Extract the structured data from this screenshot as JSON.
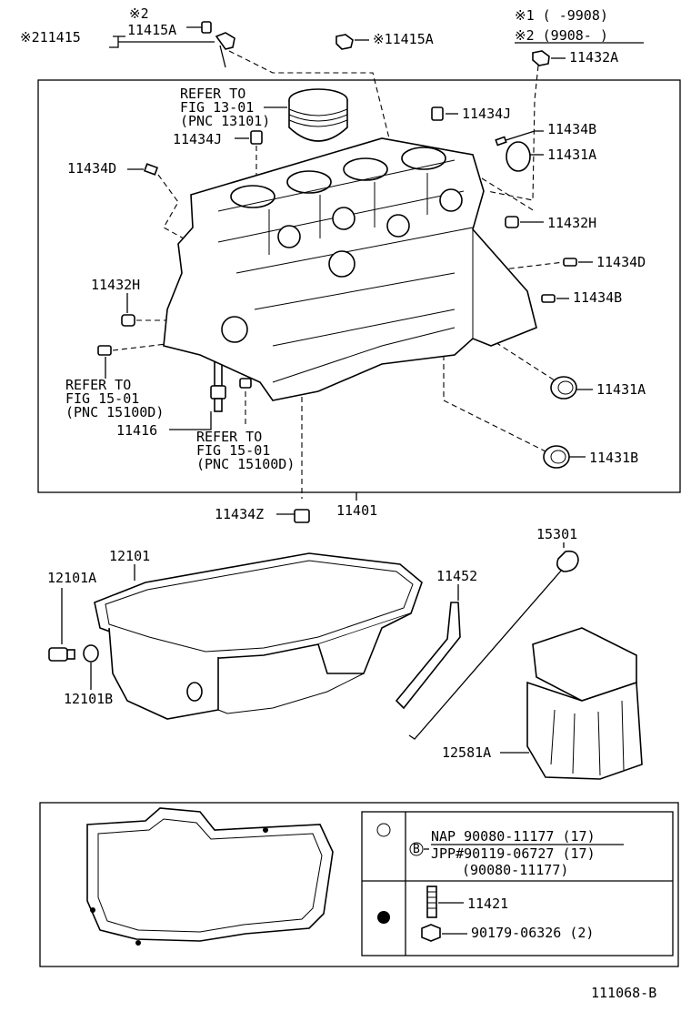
{
  "labels": {
    "top_mark2": "※2",
    "p211415": "※211415",
    "p11415A_left": "11415A",
    "p11415A_right": "※11415A",
    "cond1": "※1 (      -9908)",
    "cond2": "※2 (9908-      )",
    "p11432A": "11432A",
    "refer1_a": "REFER TO",
    "refer1_b": "FIG 13-01",
    "refer1_c": "(PNC 13101)",
    "p11434J_right": "11434J",
    "p11434J_left": "11434J",
    "p11434B_top": "11434B",
    "p11431A_top": "11431A",
    "p11434D_left": "11434D",
    "p11432H_right": "11432H",
    "p11434D_right": "11434D",
    "p11432H_left": "11432H",
    "p11434B_mid": "11434B",
    "refer2_a": "REFER TO",
    "refer2_b": "FIG 15-01",
    "refer2_c": "(PNC 15100D)",
    "p11431A_low": "11431A",
    "p11416": "11416",
    "refer3_a": "REFER TO",
    "refer3_b": "FIG 15-01",
    "refer3_c": "(PNC 15100D)",
    "p11431B": "11431B",
    "p11434Z": "11434Z",
    "p11401": "11401",
    "p12101": "12101",
    "p12101A": "12101A",
    "p12101B": "12101B",
    "p11452": "11452",
    "p15301": "15301",
    "p12581A": "12581A",
    "legend_nap": "NAP 90080-11177 (17)",
    "legend_jpp": "JPP#90119-06727 (17)",
    "legend_paren": "(90080-11177)",
    "legend_11421": "11421",
    "legend_90179": "90179-06326 (2)",
    "ref_code": "111068-B"
  }
}
